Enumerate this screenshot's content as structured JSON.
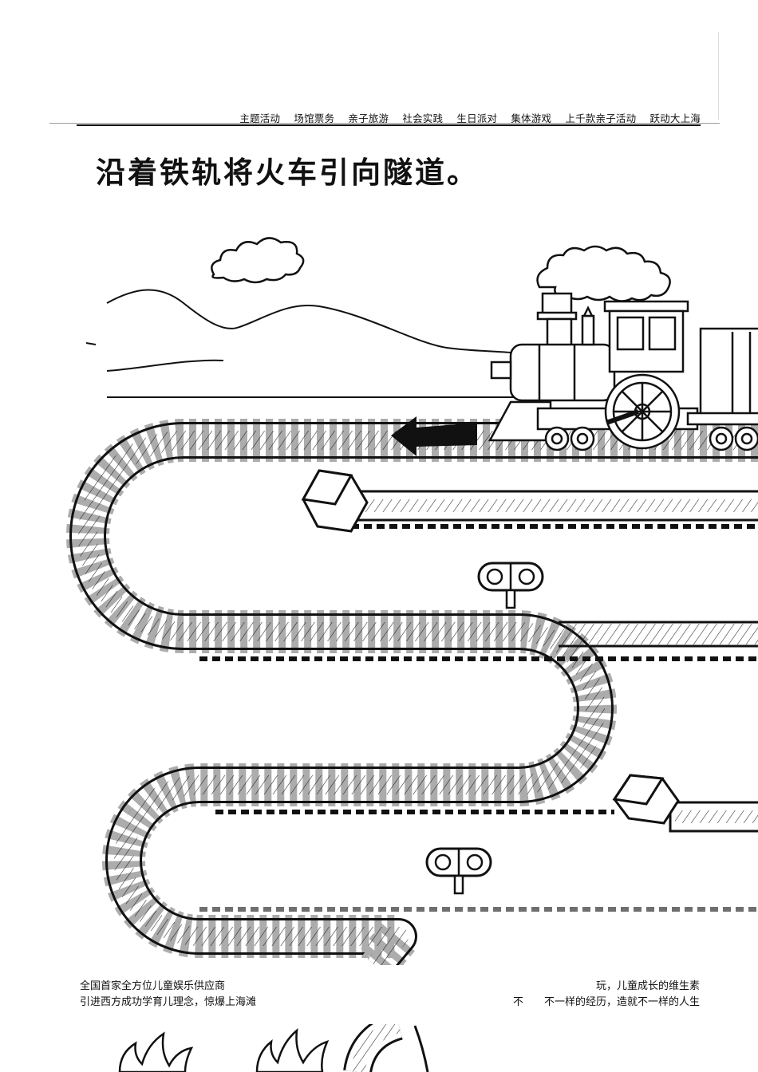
{
  "header": {
    "nav_items": [
      "主题活动",
      "场馆票务",
      "亲子旅游",
      "社会实践",
      "生日派对",
      "集体游戏",
      "上千款亲子活动",
      "跃动大上海"
    ]
  },
  "page": {
    "title": "沿着铁轨将火车引向隧道。"
  },
  "footer": {
    "left_line1": "全国首家全方位儿童娱乐供应商",
    "left_line2": "引进西方成功学育儿理念，惊爆上海滩",
    "right_line1": "玩，儿童成长的维生素",
    "right_line2_a": "不",
    "right_line2_b": "不一样的经历，造就不一样的人生"
  }
}
